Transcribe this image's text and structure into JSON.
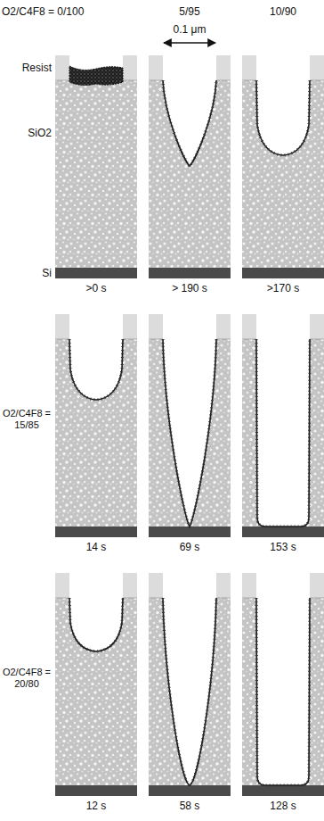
{
  "diagram": {
    "labels": [
      "O2/C4F8 = 0/100",
      "5/95",
      "10/90",
      "0.1 μm",
      "Resist",
      "SiO2",
      "Si",
      ">0 s",
      "> 190 s",
      ">170 s",
      "O2/C4F8 = 15/85",
      "14 s",
      "69 s",
      "153 s",
      "O2/C4F8 = 20/80",
      "12 s",
      "58 s",
      "128 s"
    ]
  }
}
